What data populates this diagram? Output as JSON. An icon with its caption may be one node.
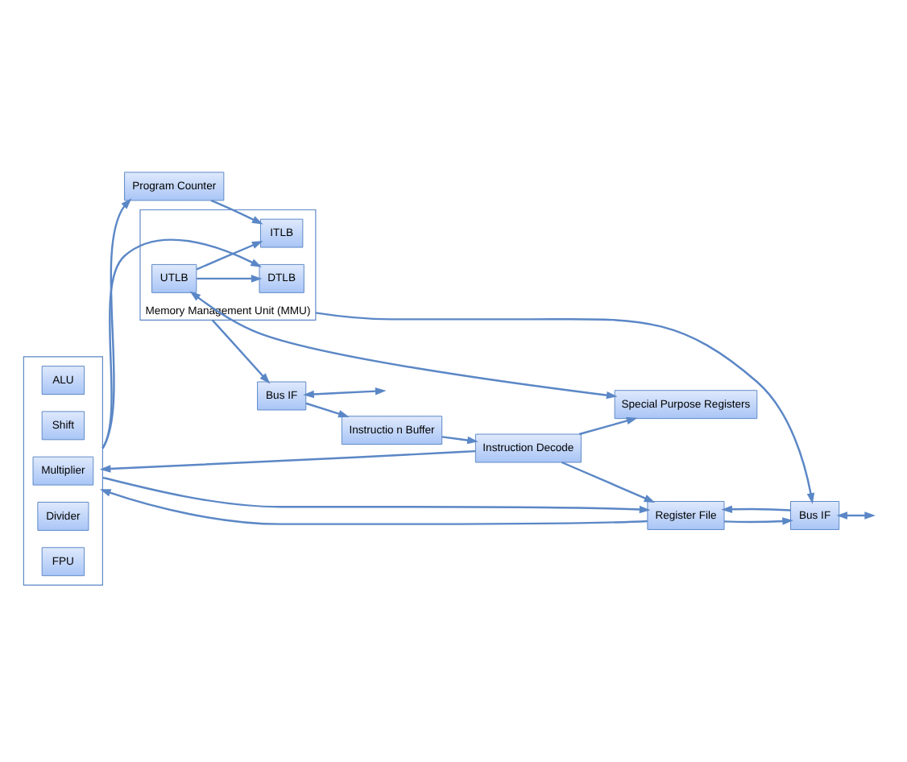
{
  "diagram": {
    "nodes": [
      {
        "text": [
          "Memory Management Unit (MMU)"
        ]
      },
      {
        "text": [
          "ITLB"
        ],
        "in": 0
      },
      {
        "text": [
          "UTLB"
        ],
        "in": 0
      },
      {
        "text": [
          "DTLB"
        ],
        "in": 0
      },
      {
        "text": [
          "Bus IF"
        ]
      },
      {
        "text": [
          "Program Counter"
        ]
      },
      {
        "text": [
          "Special Purpose Registers"
        ]
      },
      {
        "text": [],
        "shape": "box"
      },
      {
        "text": [
          "ALU"
        ],
        "in": 7
      },
      {
        "text": [
          "Shift"
        ],
        "in": 7
      },
      {
        "text": [
          "Multiplier"
        ],
        "in": 7
      },
      {
        "text": [
          "Divider"
        ],
        "in": 7
      },
      {
        "text": [
          "FPU"
        ],
        "in": 7
      },
      {
        "text": [
          "Instructio n Buffer"
        ]
      },
      {
        "text": [
          "Instruction Decode"
        ]
      },
      {
        "text": [
          "Register File"
        ]
      },
      {
        "text": [
          "Bus IF"
        ]
      }
    ],
    "edges": [
      {
        "from": 2,
        "to": 1,
        "arrow": "to"
      },
      {
        "from": 2,
        "to": 3,
        "arrow": "to"
      },
      {
        "from": 0,
        "to": 4,
        "arrow": "to"
      },
      {
        "from": 0,
        "to": 16,
        "arrow": "to"
      },
      {
        "from": 5,
        "to": 1,
        "arrow": "to"
      },
      {
        "from": 2,
        "to": 6,
        "arrow": "both"
      },
      {
        "from": 7,
        "to": 5,
        "arrow": "to"
      },
      {
        "from": 7,
        "to": 3,
        "arrow": "to"
      },
      {
        "from": 14,
        "to": 6,
        "arrow": "to"
      },
      {
        "from": 4,
        "to": 13,
        "arrow": "to"
      },
      {
        "from": 13,
        "to": 14,
        "arrow": "to"
      },
      {
        "from": 14,
        "to": 7,
        "arrow": "to"
      },
      {
        "from": 14,
        "to": 15,
        "arrow": "to"
      },
      {
        "from": 15,
        "to": 7,
        "arrow": "to"
      },
      {
        "from": 7,
        "to": 15,
        "arrow": "to"
      },
      {
        "from": 16,
        "to": 15,
        "arrow": "to"
      },
      {
        "from": 15,
        "to": 16,
        "arrow": "to"
      },
      {
        "from": 4,
        "to": null,
        "arrow": "both"
      },
      {
        "from": 16,
        "to": null,
        "arrow": "both"
      }
    ]
  }
}
